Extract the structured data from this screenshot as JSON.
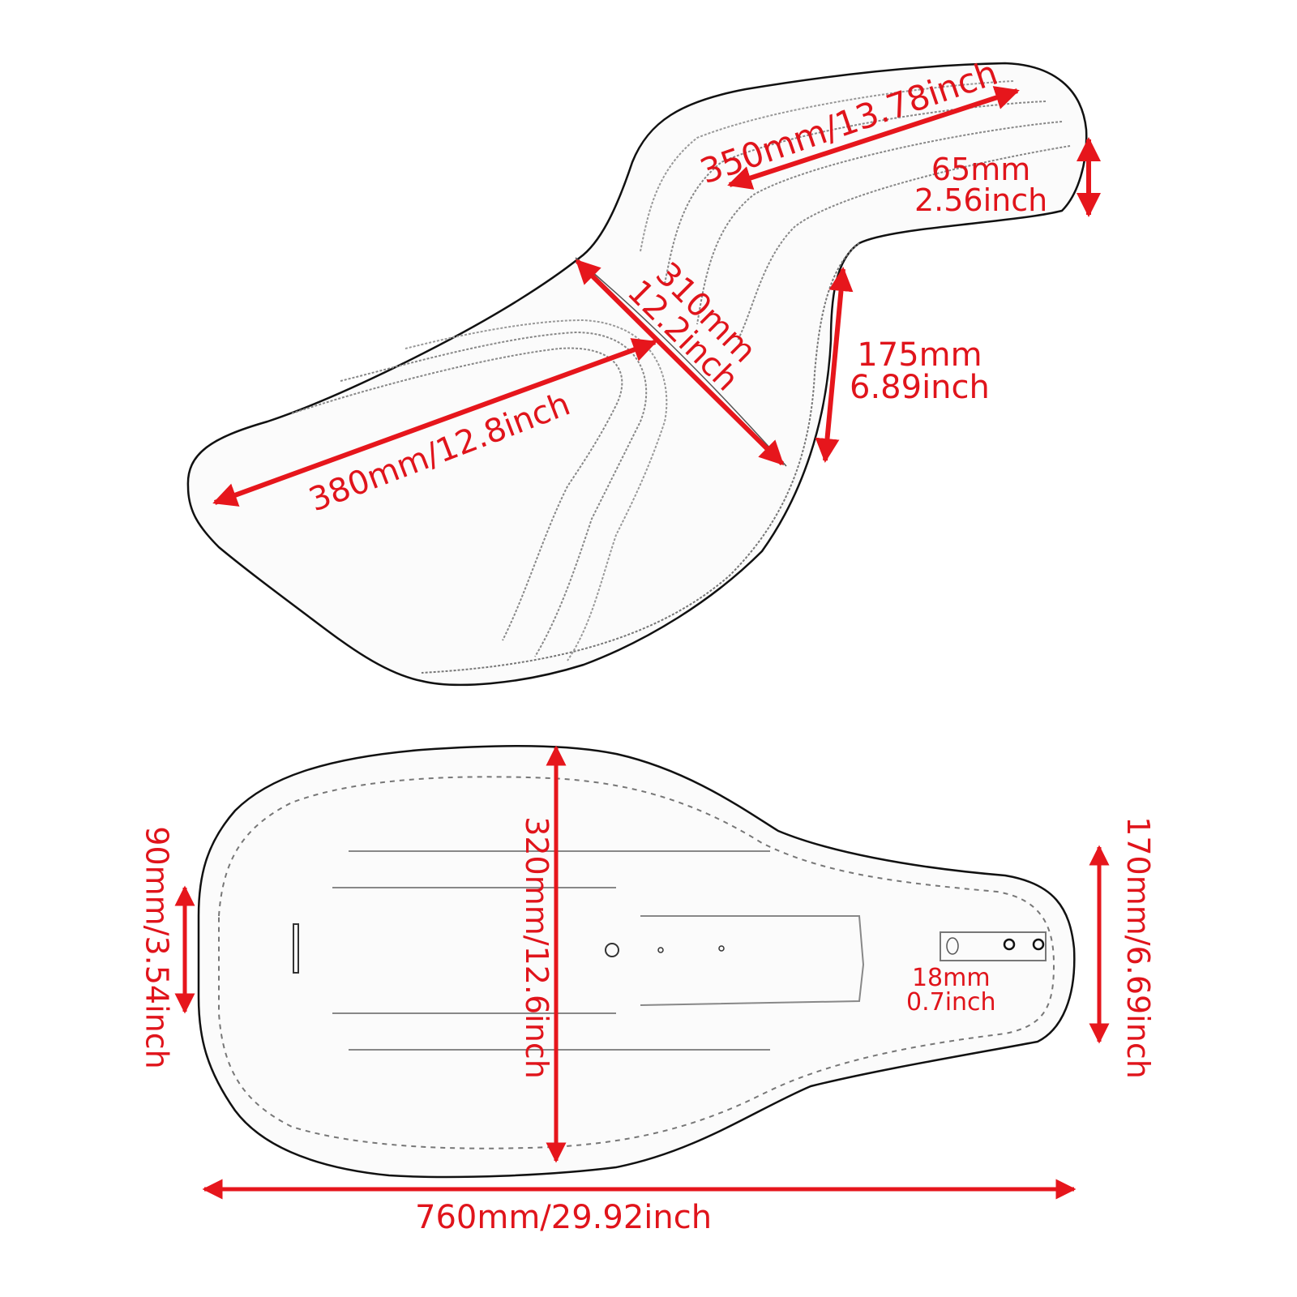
{
  "diagram": {
    "subject": "Motorcycle two-up seat dimensions",
    "accent_color": "#e0141b",
    "outline_color": "#111111",
    "views": [
      {
        "name": "top-perspective-view",
        "dimensions": {
          "rear_length": {
            "mm": "350mm",
            "inch": "13.78inch",
            "text": "350mm/13.78inch"
          },
          "rear_height": {
            "mm": "65mm",
            "inch": "2.56inch"
          },
          "mid_width": {
            "mm": "310mm",
            "inch": "12.2inch"
          },
          "backrest_height": {
            "mm": "175mm",
            "inch": "6.89inch"
          },
          "front_length": {
            "mm": "380mm",
            "inch": "12.8inch",
            "text": "380mm/12.8inch"
          }
        }
      },
      {
        "name": "bottom-view",
        "dimensions": {
          "total_width": {
            "text": "320mm/12.6inch"
          },
          "nose_width": {
            "text": "90mm/3.54inch"
          },
          "rear_width": {
            "text": "170mm/6.69inch"
          },
          "mount_spacing": {
            "mm": "18mm",
            "inch": "0.7inch"
          },
          "total_length": {
            "text": "760mm/29.92inch"
          }
        }
      }
    ]
  }
}
